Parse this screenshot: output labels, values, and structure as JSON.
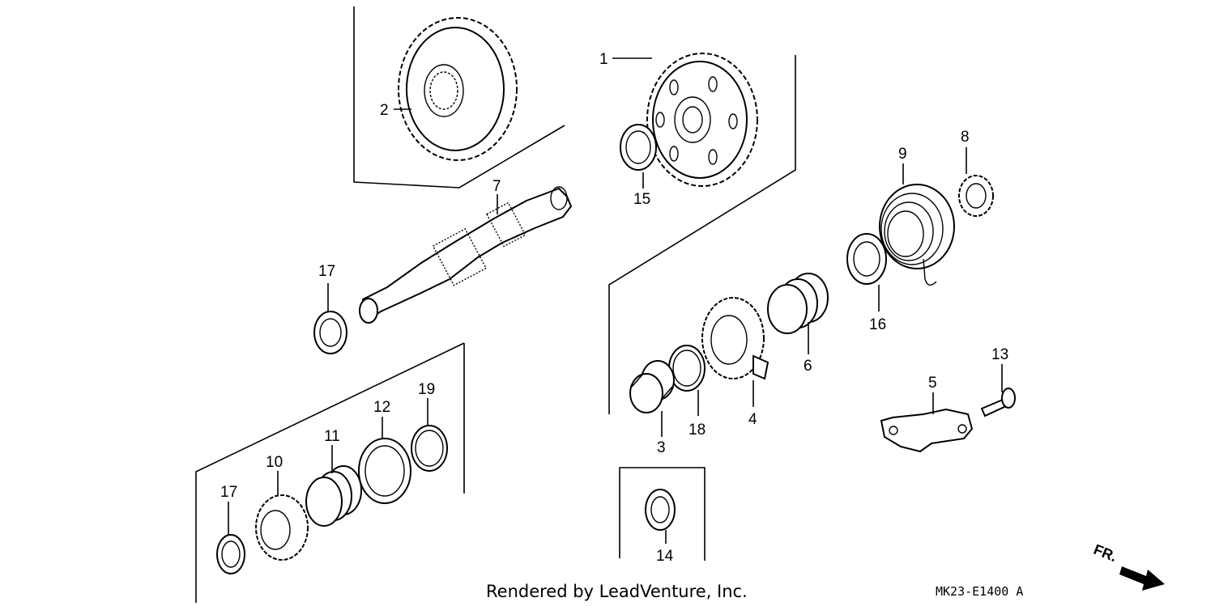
{
  "parts": {
    "p1": "1",
    "p2": "2",
    "p3": "3",
    "p4": "4",
    "p5": "5",
    "p6": "6",
    "p7": "7",
    "p8": "8",
    "p9": "9",
    "p10": "10",
    "p11": "11",
    "p12": "12",
    "p13": "13",
    "p14": "14",
    "p15": "15",
    "p16": "16",
    "p17a": "17",
    "p17b": "17",
    "p18": "18",
    "p19": "19"
  },
  "footer": {
    "credit": "Rendered by LeadVenture, Inc.",
    "code": "MK23-E1400 A"
  },
  "direction_label": "FR."
}
